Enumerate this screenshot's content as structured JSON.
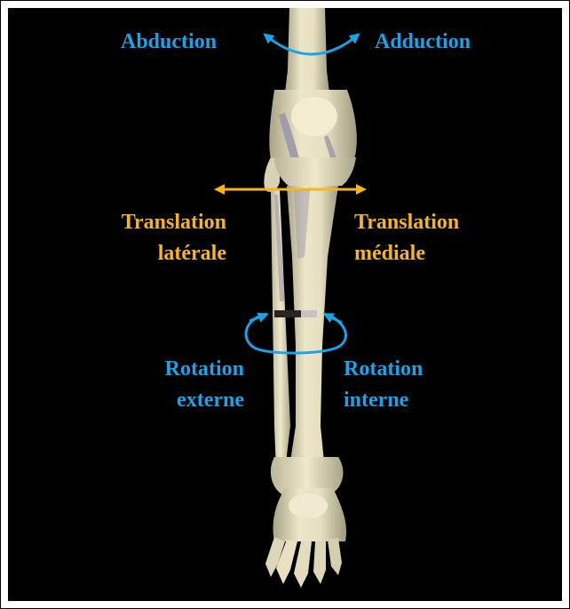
{
  "colors": {
    "background": "#000000",
    "bone": "#e8e2c3",
    "bone_shadow": "#b8b196",
    "tendon": "#9c96a8",
    "blue_accent": "#1aa3e8",
    "orange_accent": "#f6b51c"
  },
  "labels": {
    "abduction": "Abduction",
    "adduction": "Adduction",
    "translation_laterale_line1": "Translation",
    "translation_laterale_line2": "latérale",
    "translation_mediale_line1": "Translation",
    "translation_mediale_line2": "médiale",
    "rotation_externe_line1": "Rotation",
    "rotation_externe_line2": "externe",
    "rotation_interne_line1": "Rotation",
    "rotation_interne_line2": "interne"
  },
  "icons": {
    "abduction_adduction_arrow": "curved-double-arrow",
    "translation_arrow": "horizontal-double-arrow",
    "rotation_arrow": "elliptical-rotation-arrow"
  }
}
